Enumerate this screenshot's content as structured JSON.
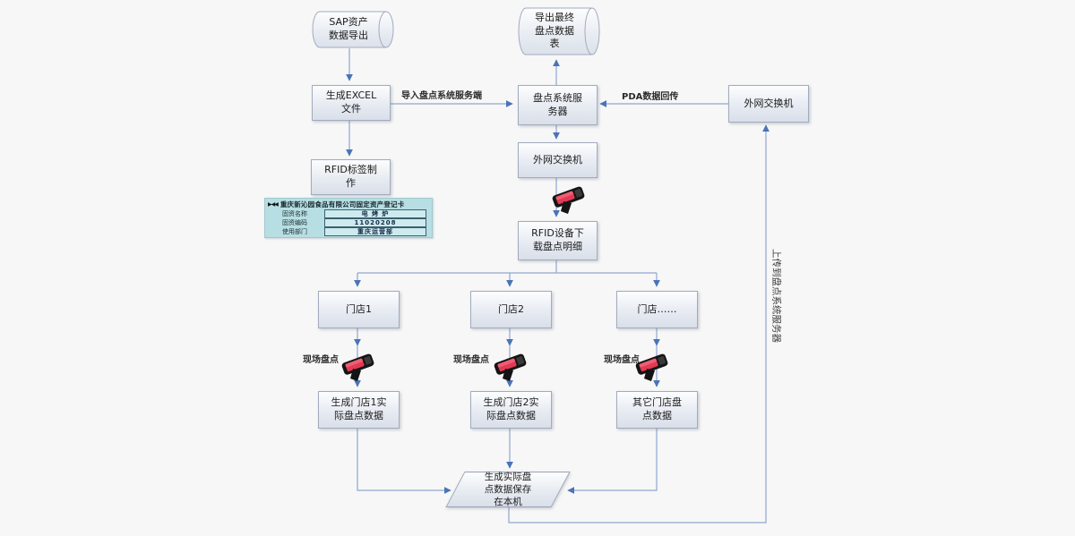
{
  "canvas": {
    "bg": "#f7f7f7",
    "line_color": "#8fa7cf",
    "arrow_color": "#4a74b8"
  },
  "nodes": {
    "sap_export": {
      "label": "SAP资产\n数据导出",
      "shape": "cylinder"
    },
    "final_export": {
      "label": "导出最终\n盘点数据\n表",
      "shape": "cylinder"
    },
    "gen_excel": {
      "label": "生成EXCEL\n文件",
      "shape": "box"
    },
    "inventory_server": {
      "label": "盘点系统服\n务器",
      "shape": "box"
    },
    "switch_top": {
      "label": "外网交换机",
      "shape": "box"
    },
    "switch_mid": {
      "label": "外网交换机",
      "shape": "box"
    },
    "rfid_label_make": {
      "label": "RFID标签制\n作",
      "shape": "box"
    },
    "rfid_download": {
      "label": "RFID设备下\n载盘点明细",
      "shape": "box"
    },
    "store1": {
      "label": "门店1",
      "shape": "box"
    },
    "store2": {
      "label": "门店2",
      "shape": "box"
    },
    "store_more": {
      "label": "门店……",
      "shape": "box"
    },
    "gen_store1": {
      "label": "生成门店1实\n际盘点数据",
      "shape": "box"
    },
    "gen_store2": {
      "label": "生成门店2实\n际盘点数据",
      "shape": "box"
    },
    "gen_other": {
      "label": "其它门店盘\n点数据",
      "shape": "box"
    },
    "save_local": {
      "label": "生成实际盘\n点数据保存\n在本机",
      "shape": "parallelogram"
    }
  },
  "edge_labels": {
    "import": "导入盘点系统服务端",
    "pda_return": "PDA数据回传",
    "upload": "上传到盘点系统服务器",
    "onsite": "现场盘点"
  },
  "asset_card": {
    "logo": "▶◀◀",
    "title": "重庆新沁园食品有限公司固定资产登记卡",
    "rows": [
      {
        "label": "固资名称",
        "value": "电 烤 炉"
      },
      {
        "label": "固资编码",
        "value": "11020208"
      },
      {
        "label": "使用部门",
        "value": "重庆运营部"
      }
    ]
  },
  "icons": {
    "rfid_handheld": "rfid-handheld-scanner"
  }
}
